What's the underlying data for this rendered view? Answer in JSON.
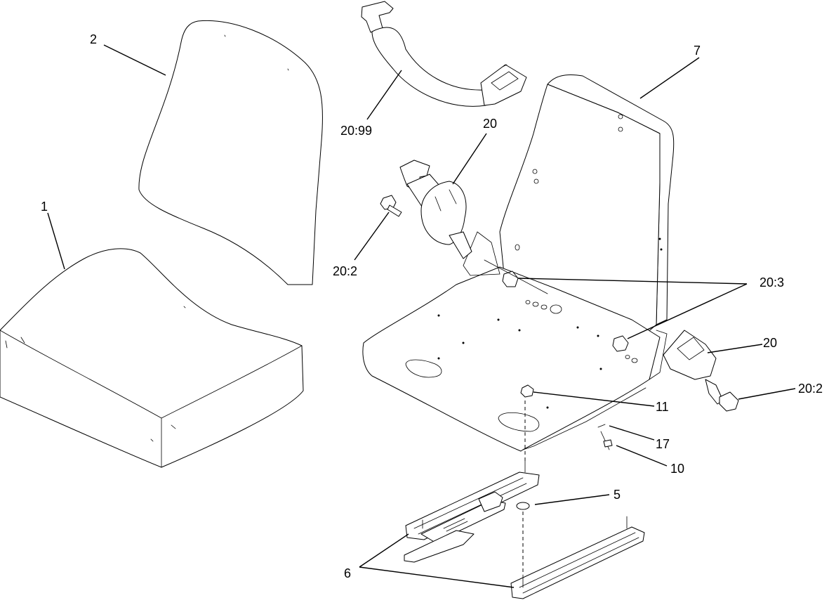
{
  "callouts": {
    "c1": "1",
    "c2": "2",
    "c5": "5",
    "c6": "6",
    "c7": "7",
    "c10": "10",
    "c11": "11",
    "c17": "17",
    "c20_top": "20",
    "c20_right": "20",
    "c20_2_left": "20:2",
    "c20_2_right": "20:2",
    "c20_3": "20:3",
    "c20_99": "20:99"
  }
}
